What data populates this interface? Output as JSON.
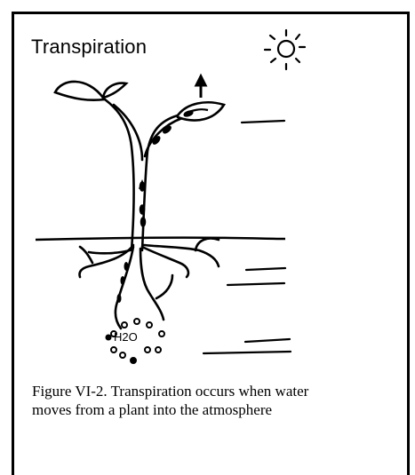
{
  "title": "Transpiration",
  "water_label": "H2O",
  "caption": "Figure VI-2. Transpiration occurs when water moves from a plant into the atmosphere",
  "colors": {
    "ink": "#000000",
    "background": "#ffffff"
  },
  "icons": [
    "sun-icon",
    "upward-arrow-icon"
  ]
}
